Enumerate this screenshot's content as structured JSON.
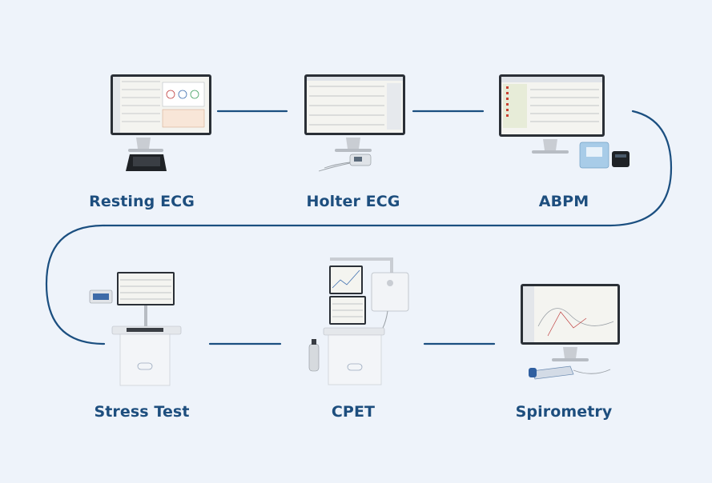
{
  "colors": {
    "background": "#eef3fa",
    "connector": "#1b4f80",
    "label": "#1d4e7e",
    "monitor_bezel": "#2a2f36",
    "monitor_stand": "#c9cdd3",
    "screen": "#f4f4f0"
  },
  "workflow": {
    "steps": [
      {
        "id": "resting-ecg",
        "label": "Resting ECG",
        "device": "monitor-with-ecg-recorder"
      },
      {
        "id": "holter-ecg",
        "label": "Holter ECG",
        "device": "monitor-with-holter-recorder"
      },
      {
        "id": "abpm",
        "label": "ABPM",
        "device": "monitor-with-bp-monitor"
      },
      {
        "id": "stress-test",
        "label": "Stress Test",
        "device": "cart-with-monitor"
      },
      {
        "id": "cpet",
        "label": "CPET",
        "device": "cart-with-dual-monitors"
      },
      {
        "id": "spirometry",
        "label": "Spirometry",
        "device": "monitor-with-spirometer"
      }
    ]
  }
}
